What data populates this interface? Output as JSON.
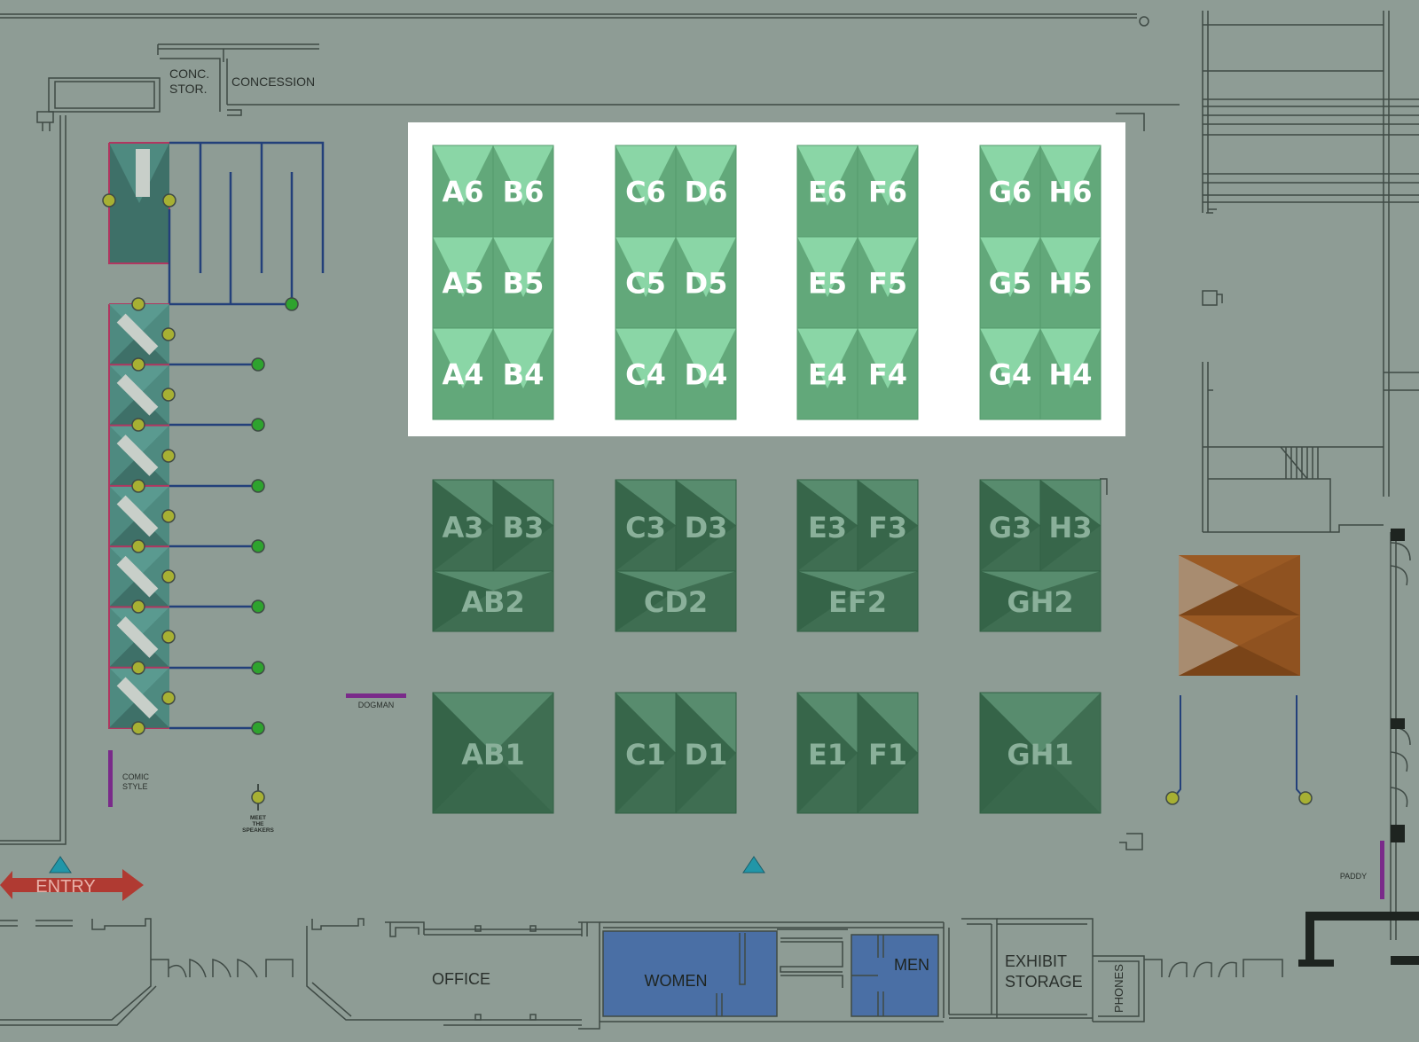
{
  "colors": {
    "floor": "#8e9c95",
    "wall": "#3f4a45",
    "highlight_panel": "#ffffff",
    "booth_bright": "#62a87a",
    "booth_bright_light": "#8ad6a6",
    "booth_dark": "#3f6e52",
    "booth_dark_light": "#588c6e",
    "restroom": "#4a6fa5",
    "feature_orange": "#8f5220",
    "feature_orange_light": "#a88c70",
    "queue_line": "#23407a",
    "stanchion_yellow": "#a7b033",
    "stanchion_green": "#2ea32e",
    "signage_purple": "#7a2a8a",
    "entry_arrow": "#b03a32",
    "marker_teal": "#2196a8",
    "photo_booth": "#4e8a80"
  },
  "labels": {
    "conc_stor_1": "CONC.",
    "conc_stor_2": "STOR.",
    "concession": "CONCESSION",
    "entry": "ENTRY",
    "office": "OFFICE",
    "women": "WOMEN",
    "men": "MEN",
    "exhibit_1": "EXHIBIT",
    "exhibit_2": "STORAGE",
    "phones": "PHONES",
    "comic_1": "COMIC",
    "comic_2": "STYLE",
    "dogman": "DOGMAN",
    "meet_1": "MEET",
    "meet_2": "THE",
    "meet_3": "SPEAKERS",
    "paddy": "PADDY"
  },
  "highlighted_booths": [
    [
      "A6",
      "B6",
      "C6",
      "D6",
      "E6",
      "F6",
      "G6",
      "H6"
    ],
    [
      "A5",
      "B5",
      "C5",
      "D5",
      "E5",
      "F5",
      "G5",
      "H5"
    ],
    [
      "A4",
      "B4",
      "C4",
      "D4",
      "E4",
      "F4",
      "G4",
      "H4"
    ]
  ],
  "row3_booths": [
    "A3",
    "B3",
    "C3",
    "D3",
    "E3",
    "F3",
    "G3",
    "H3"
  ],
  "row2_booths": [
    "AB2",
    "CD2",
    "EF2",
    "GH2"
  ],
  "row1_booths": [
    "AB1",
    "C1",
    "D1",
    "E1",
    "F1",
    "GH1"
  ]
}
